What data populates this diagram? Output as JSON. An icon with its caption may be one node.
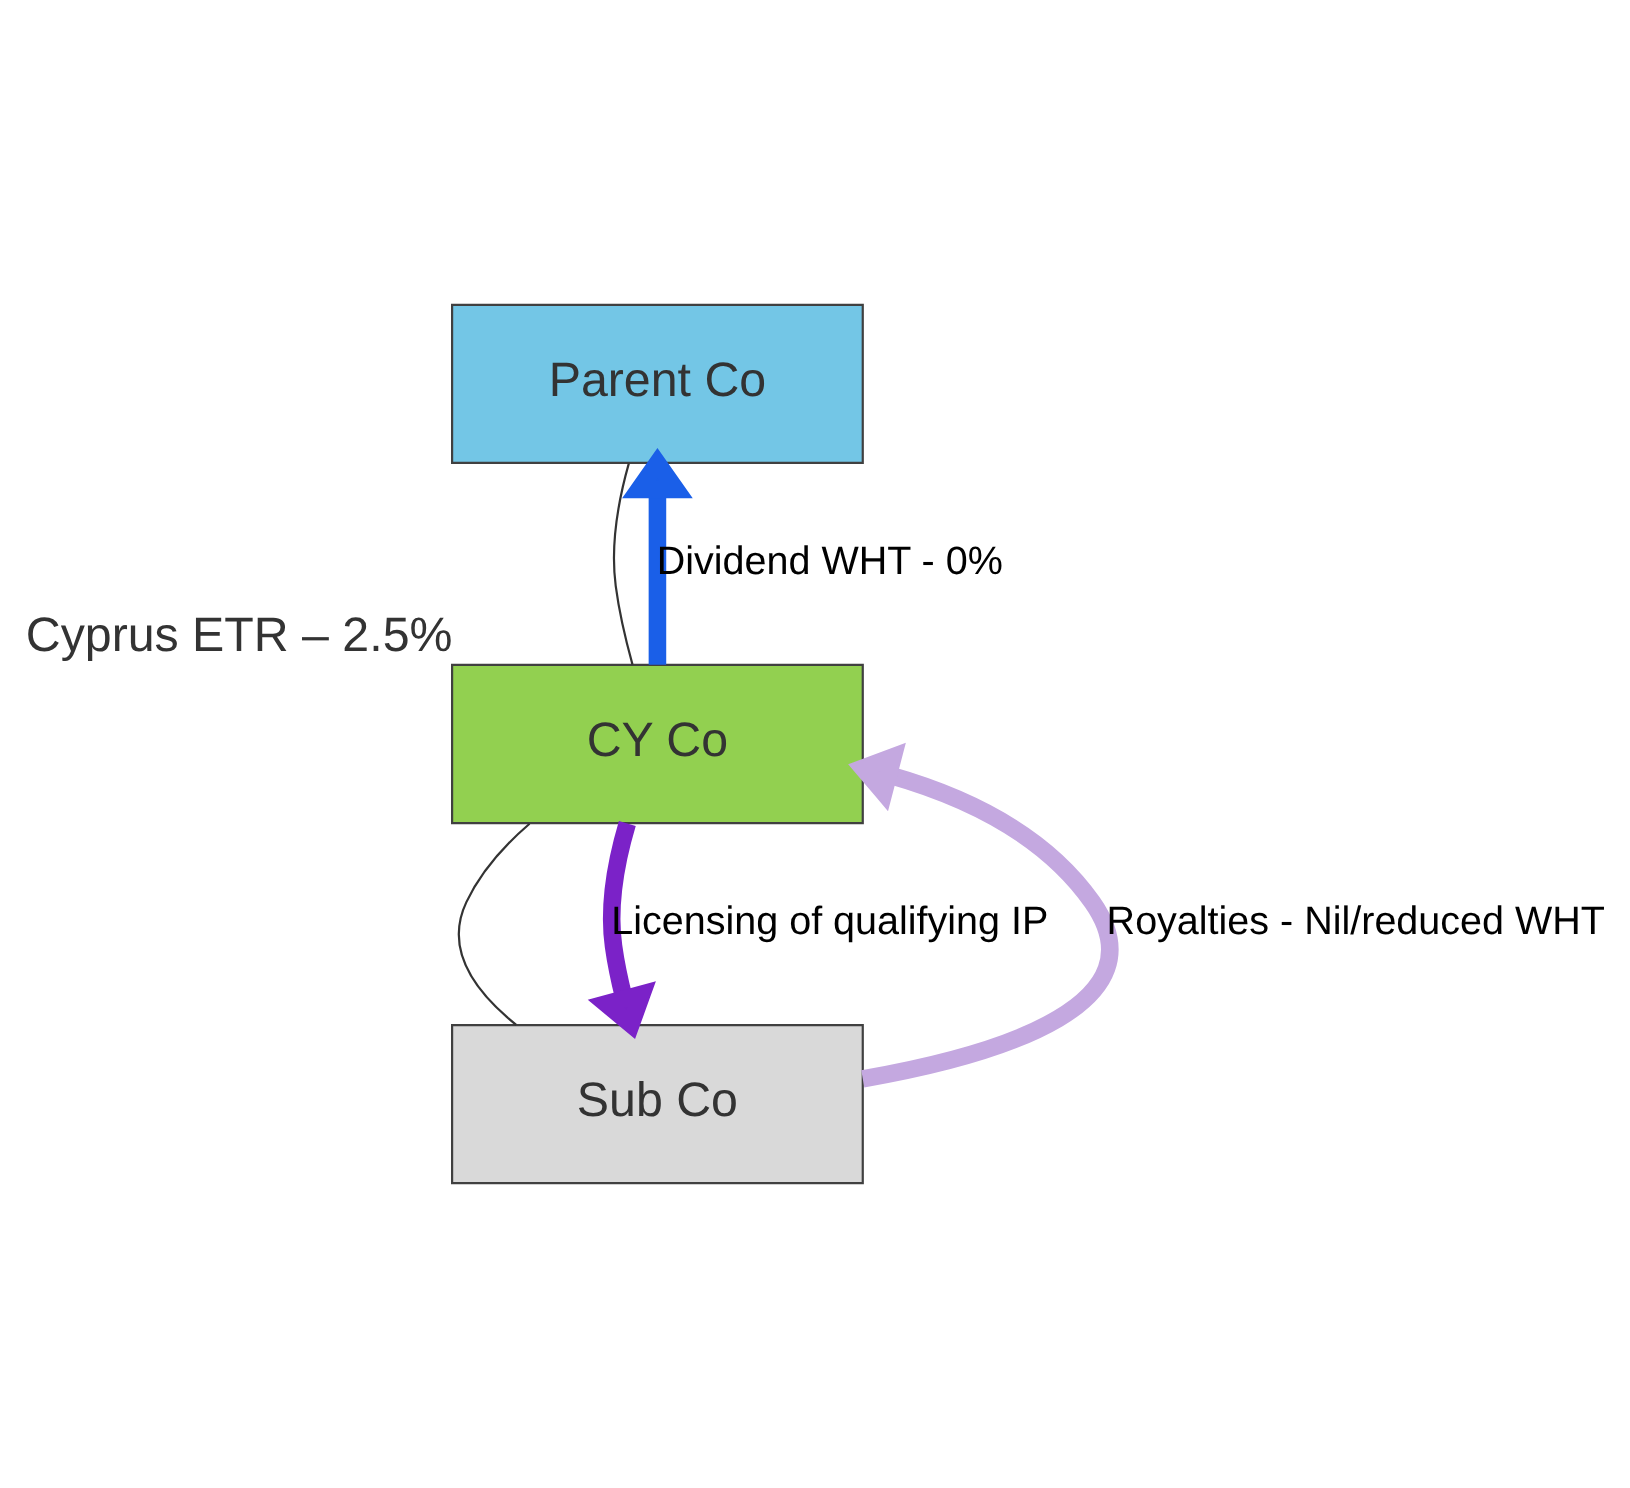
{
  "diagram": {
    "nodes": [
      {
        "text": [
          "Parent Co"
        ]
      },
      {
        "text": [
          "CY Co"
        ],
        "beside": [
          "Cyprus ETR – 2.5%"
        ]
      },
      {
        "text": [
          "Sub Co"
        ]
      }
    ],
    "edges": [
      {
        "from": 0,
        "to": 1,
        "arrow": "none"
      },
      {
        "from": 1,
        "to": 2,
        "arrow": "none"
      },
      {
        "from": 1,
        "to": 0,
        "arrow": "to",
        "label": "Dividend WHT - 0%",
        "color": "#1a5fe8"
      },
      {
        "from": 2,
        "to": 1,
        "arrow": "to",
        "label": "Royalties - Nil/reduced WHT",
        "color": "#c4a8e0"
      },
      {
        "from": 1,
        "to": 2,
        "arrow": "to",
        "label": "Licensing of qualifying IP",
        "color": "#7b22c8"
      }
    ]
  }
}
